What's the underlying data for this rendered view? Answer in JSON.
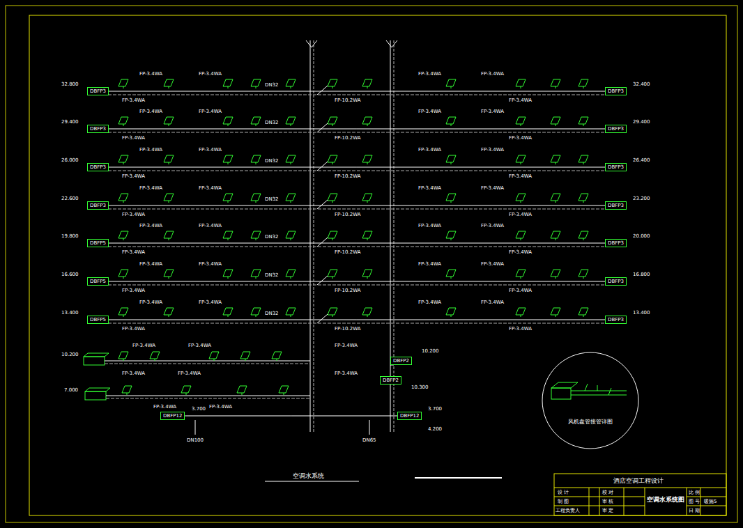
{
  "diagram": {
    "nodes": [
      {
        "text": [
          "DBFP3"
        ]
      },
      {
        "text": [
          "DBFP3"
        ]
      },
      {
        "text": [
          "DBFP3"
        ]
      },
      {
        "text": [
          "DBFP3"
        ]
      },
      {
        "text": [
          "DBFP3"
        ]
      },
      {
        "text": [
          "DBFP3"
        ]
      },
      {
        "text": [
          "DBFP3"
        ]
      },
      {
        "text": [
          "DBFP3"
        ]
      },
      {
        "text": [
          "DBFP5"
        ]
      },
      {
        "text": [
          "DBFP3"
        ]
      },
      {
        "text": [
          "DBFP5"
        ]
      },
      {
        "text": [
          "DBFP3"
        ]
      },
      {
        "text": [
          "DBFP5"
        ]
      },
      {
        "text": [
          "DBFP3"
        ]
      },
      {
        "text": [
          "DBFP2"
        ]
      },
      {
        "text": [
          "DBFP2"
        ]
      },
      {
        "text": [
          "DBFP12"
        ]
      },
      {
        "text": [
          "DBFP12"
        ]
      },
      {
        "text": [
          "风机盘管接管详图"
        ]
      }
    ],
    "edges": [
      {
        "from": 0,
        "to": 1,
        "arrow": "none"
      },
      {
        "from": 2,
        "to": 3,
        "arrow": "none"
      },
      {
        "from": 4,
        "to": 5,
        "arrow": "none"
      },
      {
        "from": 6,
        "to": 7,
        "arrow": "none"
      },
      {
        "from": 8,
        "to": 9,
        "arrow": "none"
      },
      {
        "from": 10,
        "to": 11,
        "arrow": "none"
      },
      {
        "from": 12,
        "to": 13,
        "arrow": "none"
      },
      {
        "from": 16,
        "to": 17,
        "arrow": "none"
      }
    ],
    "labels": [
      "32.800",
      "32.400",
      "FP-3.4WA",
      "FP-3.4WA",
      "FP-3.4WA",
      "FP-3.4WA",
      "FP-3.4WA",
      "FP-3.4WA",
      "FP-10.2WA",
      "DN32",
      "29.400",
      "29.400",
      "FP-3.4WA",
      "FP-3.4WA",
      "FP-3.4WA",
      "FP-3.4WA",
      "FP-3.4WA",
      "FP-3.4WA",
      "FP-10.2WA",
      "DN32",
      "26.000",
      "26.400",
      "FP-3.4WA",
      "FP-3.4WA",
      "FP-3.4WA",
      "FP-3.4WA",
      "FP-3.4WA",
      "FP-3.4WA",
      "FP-10.2WA",
      "DN32",
      "22.600",
      "23.200",
      "FP-3.4WA",
      "FP-3.4WA",
      "FP-3.4WA",
      "FP-3.4WA",
      "FP-3.4WA",
      "FP-3.4WA",
      "FP-10.2WA",
      "DN32",
      "19.800",
      "20.000",
      "FP-3.4WA",
      "FP-3.4WA",
      "FP-3.4WA",
      "FP-3.4WA",
      "FP-3.4WA",
      "FP-3.4WA",
      "FP-10.2WA",
      "DN32",
      "16.600",
      "16.800",
      "FP-3.4WA",
      "FP-3.4WA",
      "FP-3.4WA",
      "FP-3.4WA",
      "FP-3.4WA",
      "FP-3.4WA",
      "FP-10.2WA",
      "DN32",
      "13.400",
      "13.400",
      "FP-3.4WA",
      "FP-3.4WA",
      "FP-3.4WA",
      "FP-3.4WA",
      "FP-3.4WA",
      "FP-3.4WA",
      "FP-10.2WA",
      "DN32",
      "10.200",
      "7.000",
      "10.200",
      "10.300",
      "3.700",
      "3.700",
      "4.200",
      "DN100",
      "DN65",
      "FP-3.4WA",
      "FP-3.4WA",
      "FP-3.4WA",
      "FP-3.4WA",
      "FP-3.4WA",
      "FP-3.4WA",
      "FP-3.4WA",
      "FP-3.4WA",
      "空调水系统",
      "酒店空调工程设计",
      "设 计",
      "校 对",
      "制 图",
      "审 核",
      "工程负责人",
      "审 定",
      "空调水系统图",
      "比 例",
      "图 号",
      "日 期",
      "暖施5"
    ]
  }
}
